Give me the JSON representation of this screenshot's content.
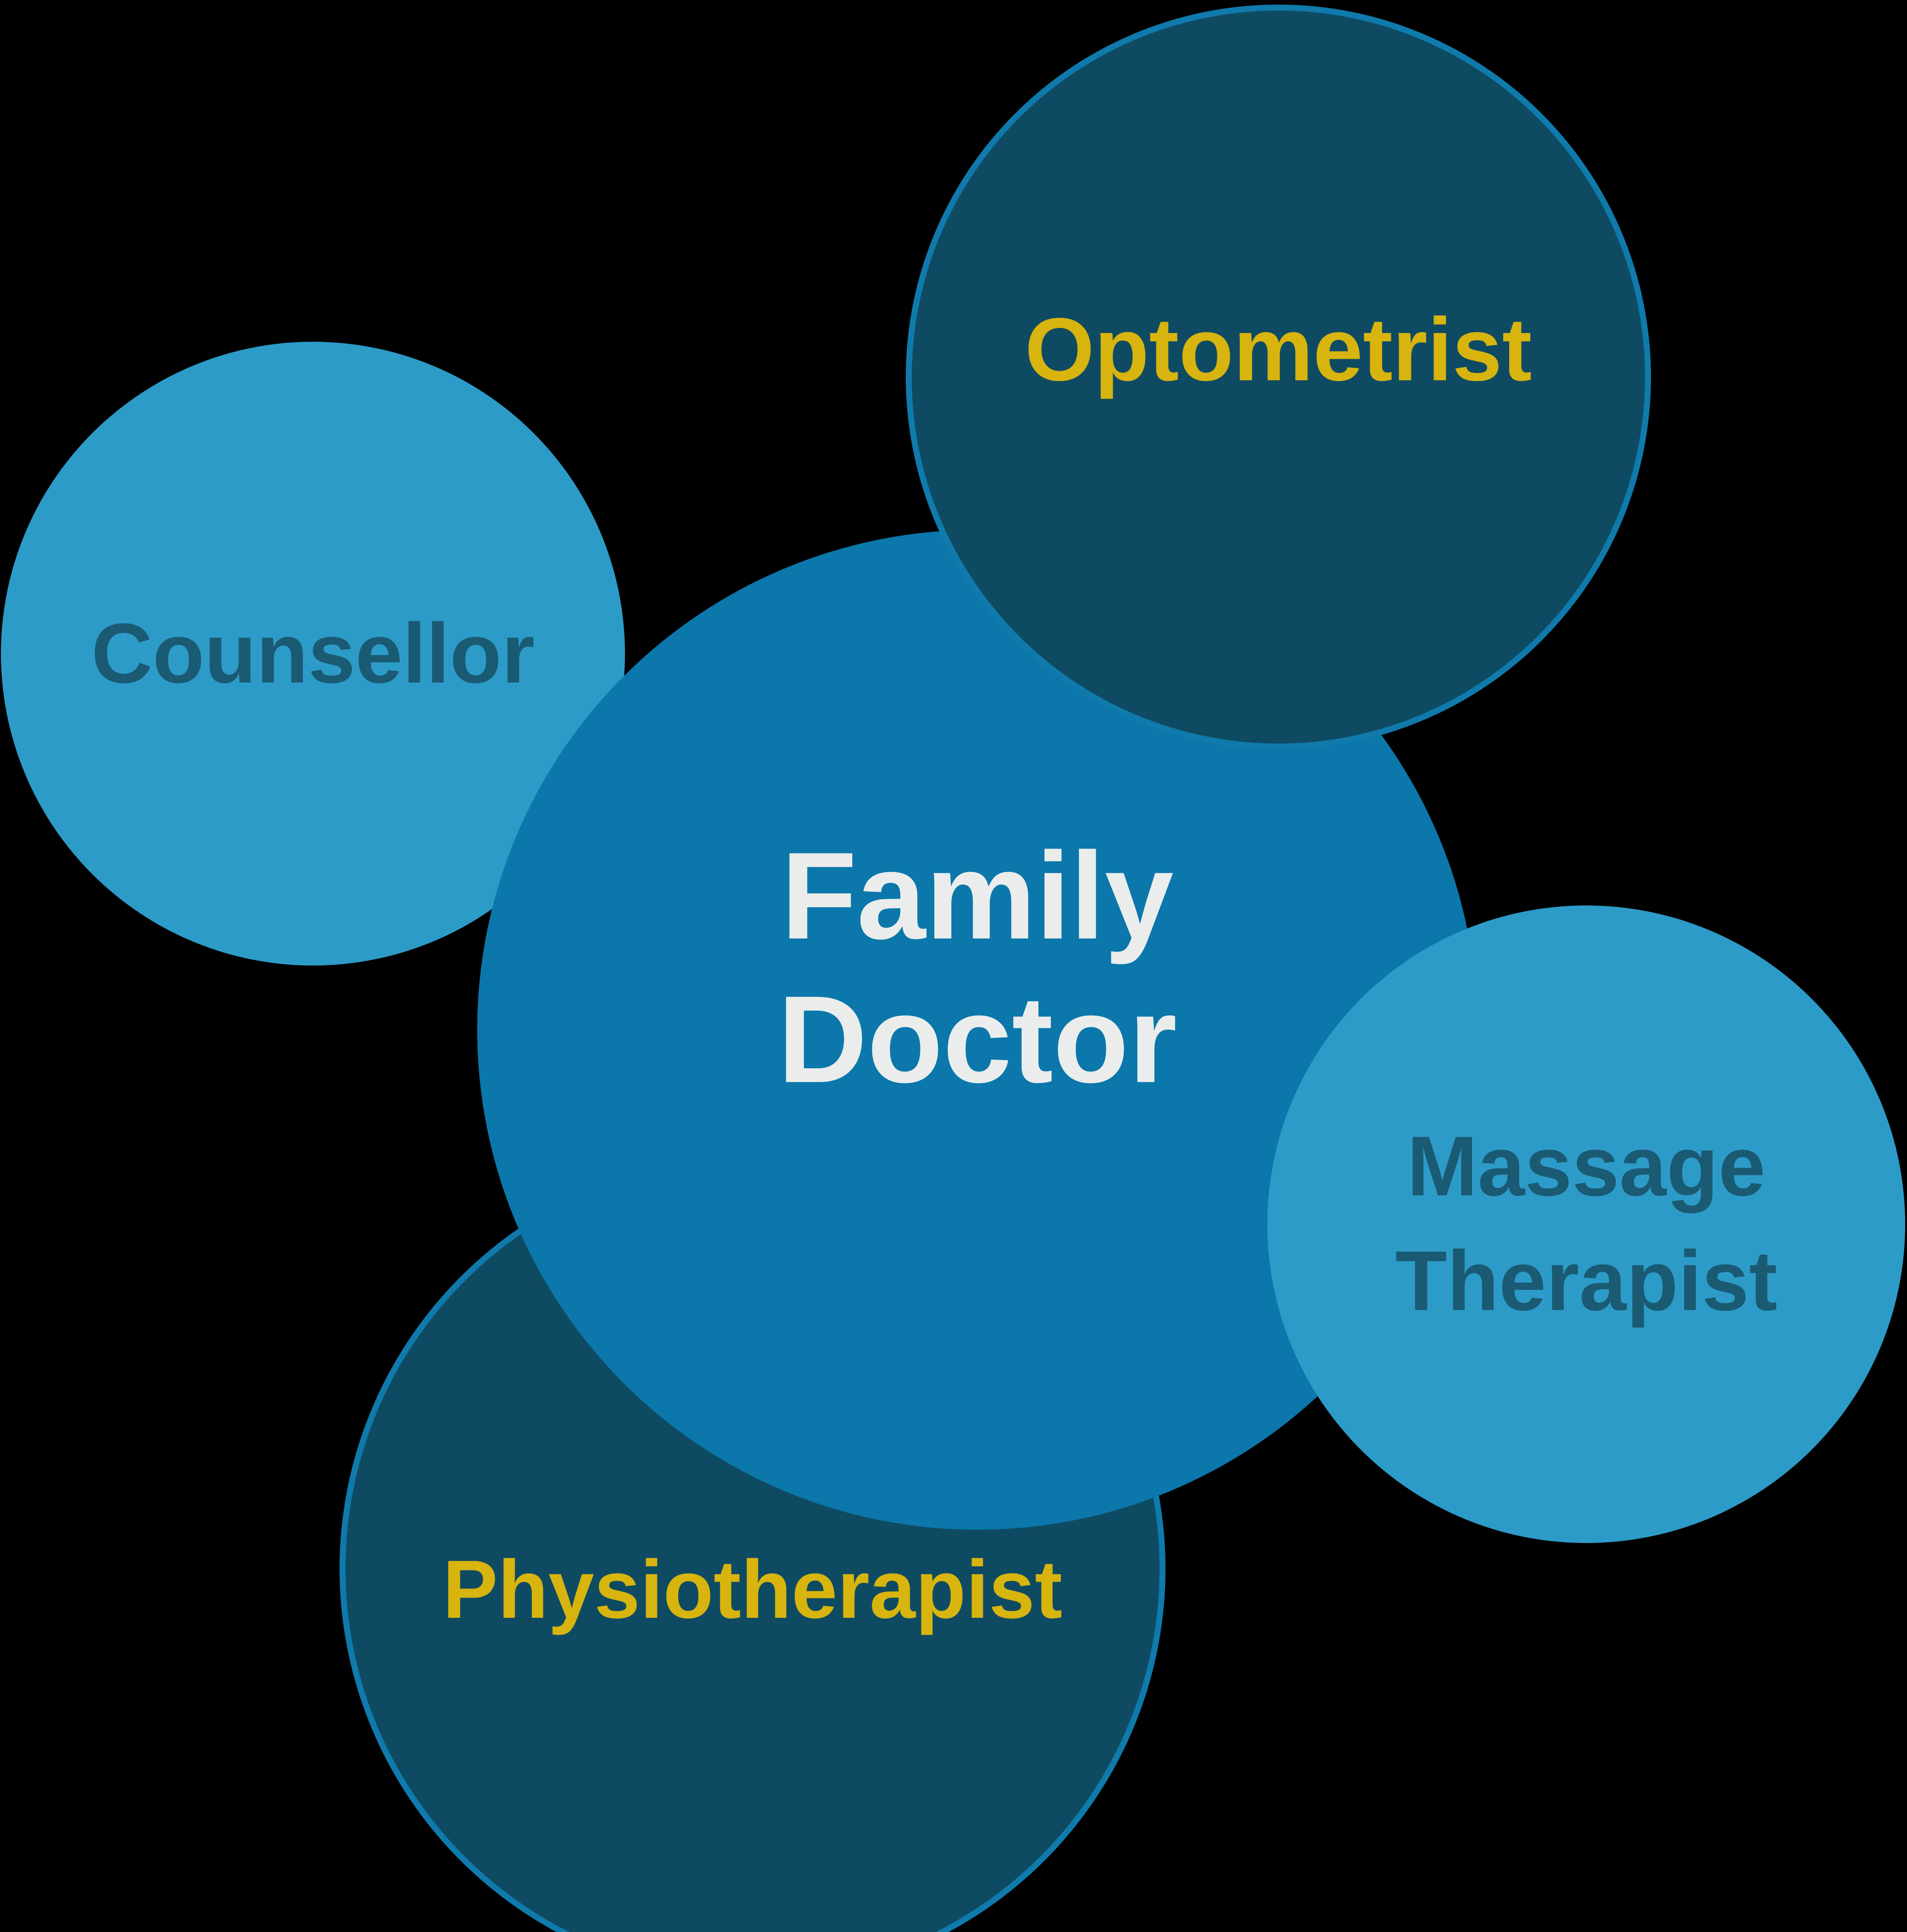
{
  "diagram": {
    "title": "Family Doctor care-team bubble diagram",
    "circles": {
      "family_doctor": {
        "label_line1": "Family",
        "label_line2": "Doctor",
        "fill": "#0b77ab",
        "text_color": "#ebedec"
      },
      "counsellor": {
        "label": "Counsellor",
        "fill": "#2d9bc8",
        "text_color": "#1a5a73"
      },
      "optometrist": {
        "label": "Optometrist",
        "fill": "#0e4b62",
        "text_color": "#d8b40e",
        "stroke": "#0f7aab"
      },
      "massage_therapist": {
        "label_line1": "Massage",
        "label_line2": "Therapist",
        "fill": "#2d9bc8",
        "text_color": "#1a5a73"
      },
      "physiotherapist": {
        "label": "Physiotherapist",
        "fill": "#0e4b62",
        "text_color": "#d8b40e",
        "stroke": "#0f7aab"
      }
    },
    "palette": {
      "background": "#000000",
      "primary_blue": "#0b77ab",
      "light_blue": "#2d9bc8",
      "dark_teal": "#0e4b62",
      "stroke_blue": "#0f7aab",
      "yellow_text": "#d8b40e",
      "teal_text": "#1a5a73",
      "white_text": "#ebedec"
    }
  }
}
